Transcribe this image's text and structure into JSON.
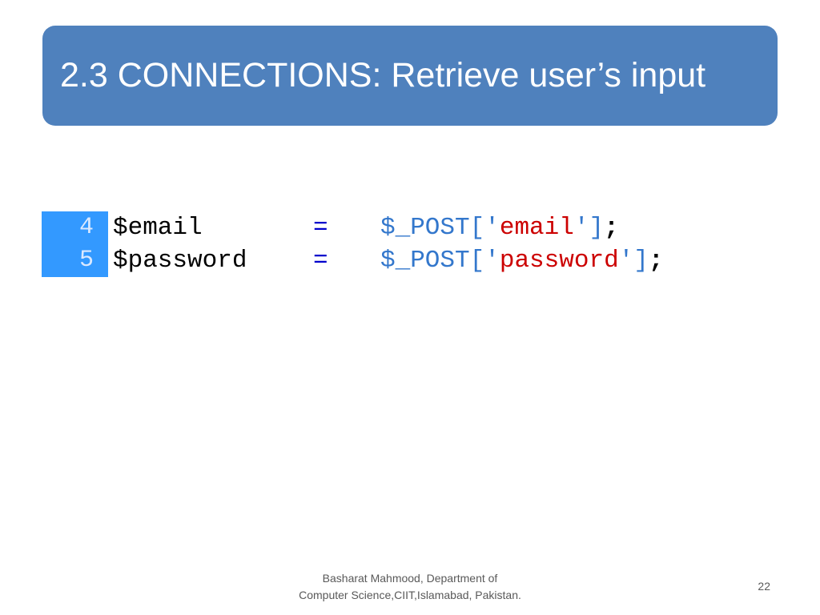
{
  "slide": {
    "title": "2.3 CONNECTIONS: Retrieve user’s input",
    "code_lines": [
      {
        "line_number": "4",
        "variable": "$email",
        "operator": "=",
        "superglobal": "$_POST",
        "open_bracket": "['",
        "key": "email",
        "close_bracket": "']",
        "terminator": ";"
      },
      {
        "line_number": "5",
        "variable": "$password",
        "operator": "=",
        "superglobal": "$_POST",
        "open_bracket": "['",
        "key": "password",
        "close_bracket": "']",
        "terminator": ";"
      }
    ],
    "footer": {
      "line1": "Basharat Mahmood, Department of",
      "line2": "Computer Science,CIIT,Islamabad, Pakistan."
    },
    "page_number": "22"
  },
  "colors": {
    "title_bar": "#4f81bd",
    "line_number_gutter": "#3399ff",
    "string_literal": "#cc0000",
    "superglobal": "#3377cc",
    "operator": "#0000cc"
  }
}
